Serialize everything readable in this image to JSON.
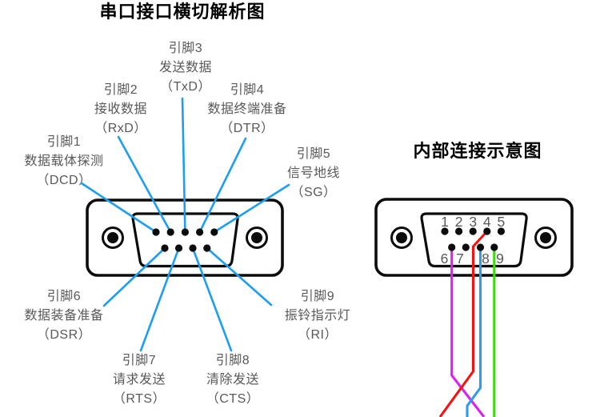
{
  "left_panel": {
    "title": "串口接口横切解析图",
    "pins": [
      {
        "name": "引脚1",
        "desc": "数据载体探测",
        "abbr": "（DCD）"
      },
      {
        "name": "引脚2",
        "desc": "接收数据",
        "abbr": "（RxD）"
      },
      {
        "name": "引脚3",
        "desc": "发送数据",
        "abbr": "（TxD）"
      },
      {
        "name": "引脚4",
        "desc": "数据终端准备",
        "abbr": "（DTR）"
      },
      {
        "name": "引脚5",
        "desc": "信号地线",
        "abbr": "（SG）"
      },
      {
        "name": "引脚6",
        "desc": "数据装备准备",
        "abbr": "（DSR）"
      },
      {
        "name": "引脚7",
        "desc": "请求发送",
        "abbr": "（RTS）"
      },
      {
        "name": "引脚8",
        "desc": "清除发送",
        "abbr": "（CTS）"
      },
      {
        "name": "引脚9",
        "desc": "振铃指示灯",
        "abbr": "（RI）"
      }
    ]
  },
  "right_panel": {
    "title": "内部连接示意图",
    "top_pin_numbers": [
      "1",
      "2",
      "3",
      "4",
      "5"
    ],
    "bottom_pin_numbers": [
      "6",
      "7",
      "8",
      "9"
    ],
    "wires": [
      {
        "name": "wire-pin6",
        "from_pin": "6",
        "color": "#db21f0"
      },
      {
        "name": "wire-pin4",
        "from_pin": "4",
        "color": "#f51212"
      },
      {
        "name": "wire-pin8",
        "from_pin": "8",
        "color": "#2f9bef"
      },
      {
        "name": "wire-pin9",
        "from_pin": "9",
        "color": "#3ed90f"
      }
    ]
  },
  "colors": {
    "callout_line": "#1c9ff0",
    "outline": "#0c0c0c",
    "label_text": "#595959"
  }
}
